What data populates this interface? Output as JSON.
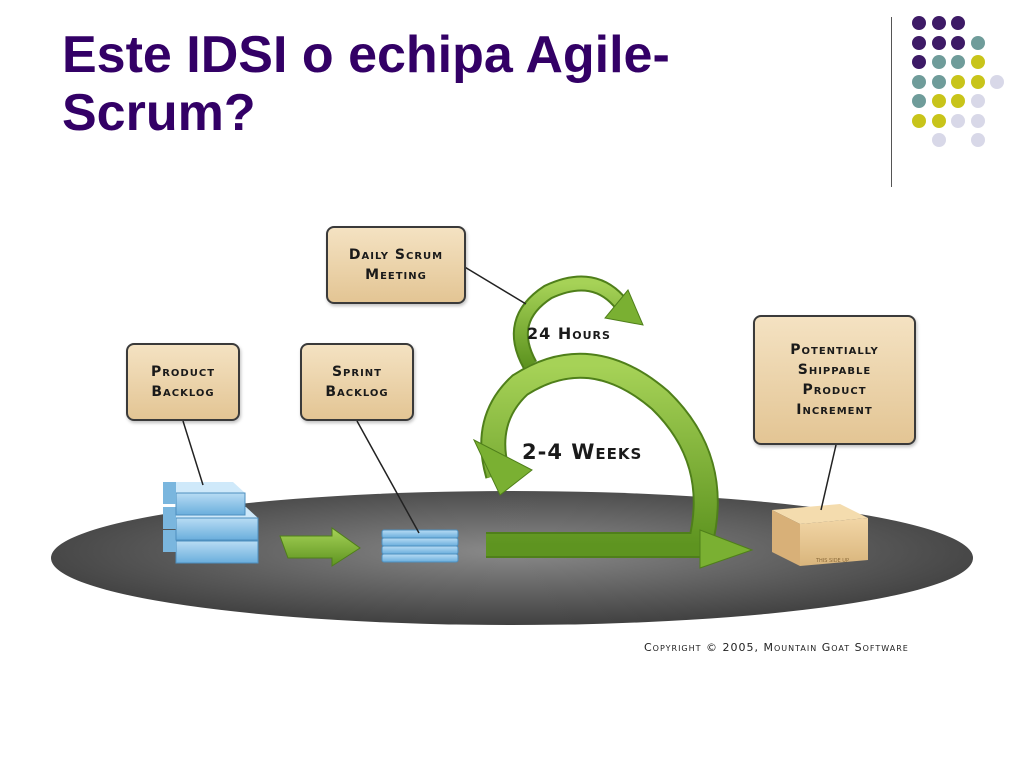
{
  "slide": {
    "title": "Este IDSI o echipa Agile-\nScrum?"
  },
  "diagram": {
    "boxes": {
      "daily_scrum": "Daily Scrum\nMeeting",
      "product_backlog": "Product\nBacklog",
      "sprint_backlog": "Sprint\nBacklog",
      "increment": "Potentially\nShippable\nProduct\nIncrement"
    },
    "cycle_labels": {
      "hours": "24 Hours",
      "weeks": "2-4 Weeks"
    },
    "box_stamp": "THIS SIDE UP",
    "copyright": "Copyright © 2005, Mountain Goat Software"
  },
  "colors": {
    "title": "#330066",
    "arrow_green": "#7ab032",
    "box_fill": "#e8cc9c",
    "backlog_blue": "#8cc4e8",
    "platform": "#5a5a5a",
    "dot_purple": "#3d1a66",
    "dot_teal": "#6f9c9a",
    "dot_yellow": "#c8c41a",
    "dot_lavender": "#d8d8e8"
  },
  "decoration": {
    "dot_grid": [
      [
        "purple",
        "purple",
        "purple",
        null,
        null
      ],
      [
        "purple",
        "purple",
        "purple",
        "teal",
        null
      ],
      [
        "purple",
        "teal",
        "teal",
        "yellow",
        null
      ],
      [
        "teal",
        "teal",
        "yellow",
        "yellow",
        "lavender"
      ],
      [
        "teal",
        "yellow",
        "yellow",
        "lavender",
        null
      ],
      [
        "yellow",
        "yellow",
        "lavender",
        "lavender",
        null
      ],
      [
        null,
        "lavender",
        null,
        "lavender",
        null
      ]
    ]
  }
}
